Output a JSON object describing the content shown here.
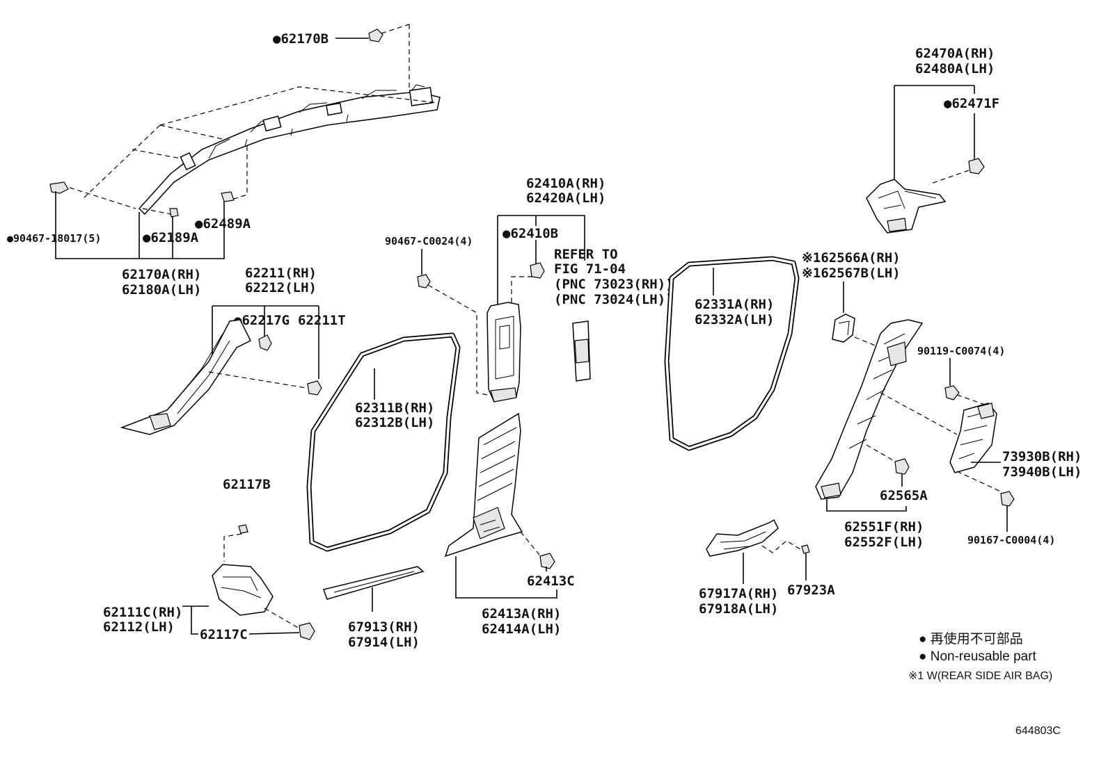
{
  "labels": {
    "l62170B": "●62170B",
    "l90467_18017": "●90467-18017(5)",
    "l62189A": "●62189A",
    "l62489A": "●62489A",
    "l62170A": "62170A(RH)",
    "l62180A": "62180A(LH)",
    "l62211": "62211(RH)",
    "l62212": "62212(LH)",
    "l62217G": "●62217G",
    "l62211T": "62211T",
    "l62311B": "62311B(RH)",
    "l62312B": "62312B(LH)",
    "l62117B": "62117B",
    "l62111C": "62111C(RH)",
    "l62112": "62112(LH)",
    "l62117C": "62117C",
    "l67913": "67913(RH)",
    "l67914": "67914(LH)",
    "l90467_C0024": "90467-C0024(4)",
    "l62410A": "62410A(RH)",
    "l62420A": "62420A(LH)",
    "l62410B": "●62410B",
    "lRefer1": "REFER TO",
    "lRefer2": "FIG 71-04",
    "lRefer3": "(PNC 73023(RH))",
    "lRefer4": "(PNC 73024(LH))",
    "l62413C": "62413C",
    "l62413A": "62413A(RH)",
    "l62414A": "62414A(LH)",
    "l62331A": "62331A(RH)",
    "l62332A": "62332A(LH)",
    "l62566A": "※162566A(RH)",
    "l62567B": "※162567B(LH)",
    "l62470A": "62470A(RH)",
    "l62480A": "62480A(LH)",
    "l62471F": "●62471F",
    "l90119": "90119-C0074(4)",
    "l73930B": "73930B(RH)",
    "l73940B": "73940B(LH)",
    "l62565A": "62565A",
    "l62551F": "62551F(RH)",
    "l62552F": "62552F(LH)",
    "l90167": "90167-C0004(4)",
    "l67917A": "67917A(RH)",
    "l67918A": "67918A(LH)",
    "l67923A": "67923A"
  },
  "legend": {
    "jp": "● 再使用不可部品",
    "en": "● Non-reusable part",
    "note": "※1 W(REAR SIDE AIR BAG)"
  },
  "diagram_id": "644803C"
}
